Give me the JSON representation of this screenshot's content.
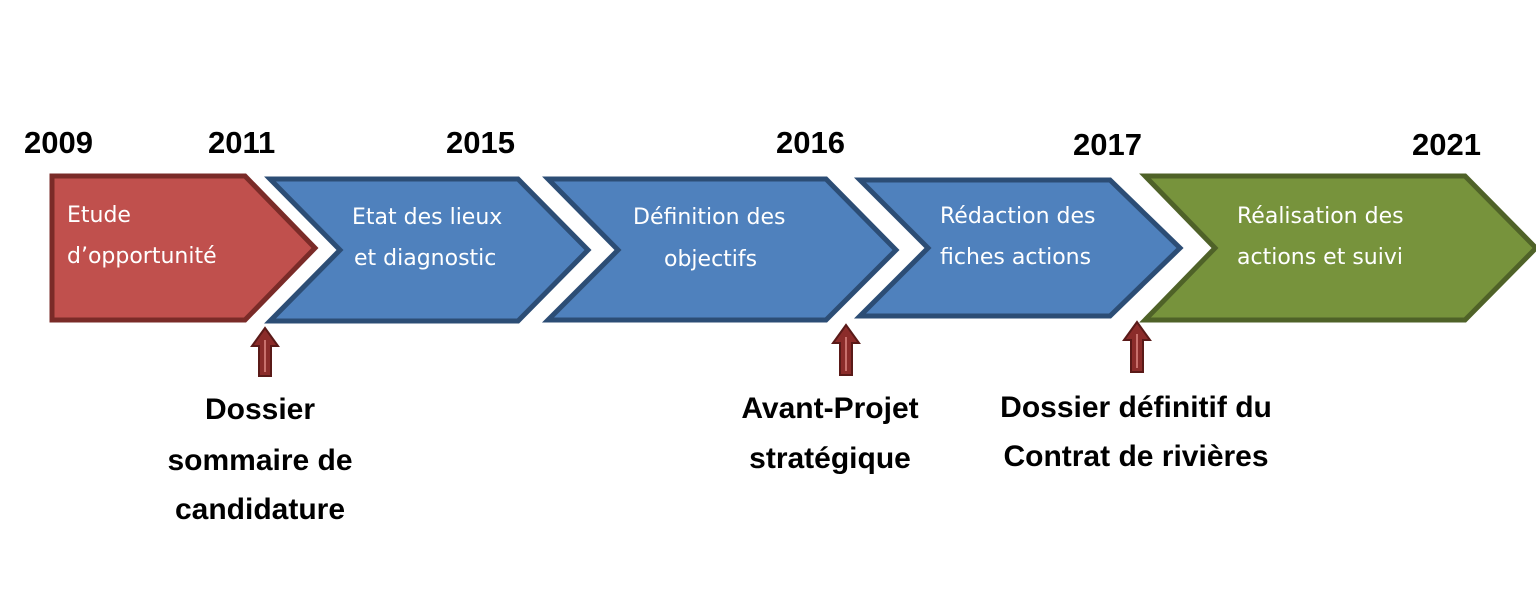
{
  "years": [
    "2009",
    "2011",
    "2015",
    "2016",
    "2017",
    "2021"
  ],
  "phases": [
    {
      "id": "etude",
      "lines": [
        "Etude",
        "d’opportunité"
      ],
      "fill": "#C0504D",
      "stroke": "#7A2B28"
    },
    {
      "id": "etat",
      "lines": [
        "Etat des lieux",
        "et diagnostic"
      ],
      "fill": "#4F81BD",
      "stroke": "#2C4D75"
    },
    {
      "id": "definition",
      "lines": [
        "Définition des",
        "objectifs"
      ],
      "fill": "#4F81BD",
      "stroke": "#2C4D75"
    },
    {
      "id": "redaction",
      "lines": [
        "Rédaction des",
        "fiches actions"
      ],
      "fill": "#4F81BD",
      "stroke": "#2C4D75"
    },
    {
      "id": "realisation",
      "lines": [
        "Réalisation des",
        "actions et suivi"
      ],
      "fill": "#77933C",
      "stroke": "#4F6228"
    }
  ],
  "milestones": [
    {
      "id": "dossier-sommaire",
      "lines": [
        "Dossier",
        "sommaire de",
        "candidature"
      ]
    },
    {
      "id": "avant-projet",
      "lines": [
        "Avant-Projet",
        "stratégique"
      ]
    },
    {
      "id": "dossier-definitif",
      "lines": [
        "Dossier définitif du",
        "Contrat de rivières"
      ]
    }
  ],
  "colors": {
    "milestone_arrow_fill": "#8B2C2A",
    "milestone_arrow_stroke": "#5A1A18"
  }
}
